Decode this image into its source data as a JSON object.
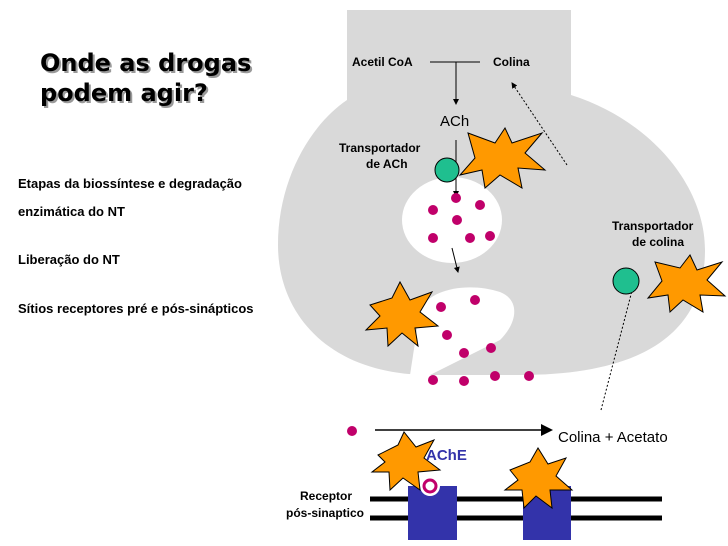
{
  "title": {
    "line1": "Onde as drogas",
    "line2": "podem agir?"
  },
  "steps": [
    "Etapas da biossíntese  e degradação",
    "enzimática do NT",
    "Liberação do NT",
    "Sítios receptores pré e pós-sinápticos"
  ],
  "labels": {
    "acetil_coa": "Acetil CoA",
    "colina": "Colina",
    "ach": "ACh",
    "transportador_ach_1": "Transportador",
    "transportador_ach_2": "de ACh",
    "transportador_colina_1": "Transportador",
    "transportador_colina_2": "de colina",
    "colina_acetato": "Colina +  Acetato",
    "ache": "AChE",
    "receptor_1": "Receptor",
    "receptor_2": "pós-sinaptico"
  },
  "colors": {
    "terminal": "#d9d9d9",
    "molecule": "#c0006a",
    "transporter": "#1fbf8f",
    "receptor": "#3333aa",
    "starburst": "#ff9900",
    "starburst_outline": "#000000",
    "membrane": "#000000"
  }
}
